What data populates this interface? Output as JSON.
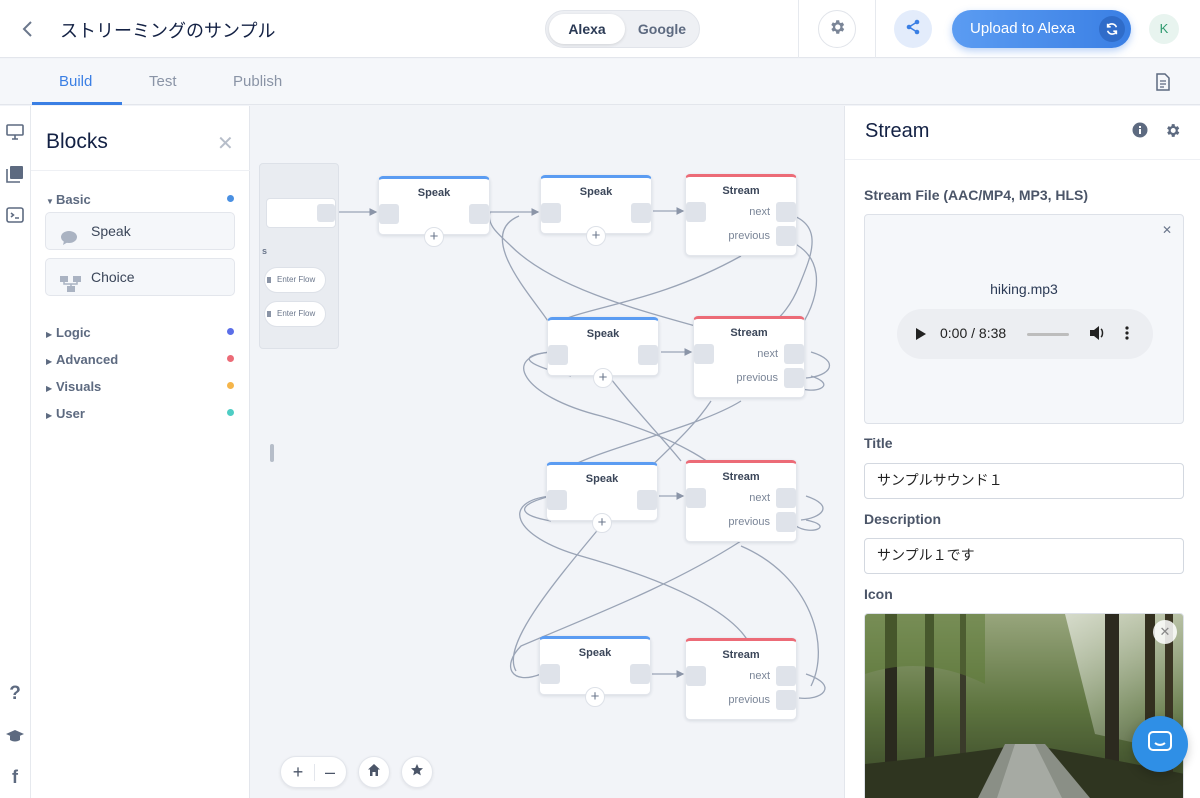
{
  "topbar": {
    "project_title": "ストリーミングのサンプル",
    "platforms": [
      "Alexa",
      "Google"
    ],
    "selected_platform": "Alexa",
    "upload_label": "Upload to Alexa",
    "avatar_initial": "K"
  },
  "tabs": {
    "items": [
      "Build",
      "Test",
      "Publish"
    ],
    "active": "Build"
  },
  "blocks_panel": {
    "title": "Blocks",
    "categories": [
      {
        "label": "Basic",
        "color": "#4a90e2",
        "expanded": true
      },
      {
        "label": "Logic",
        "color": "#5b6ee8",
        "expanded": false
      },
      {
        "label": "Advanced",
        "color": "#ec6b77",
        "expanded": false
      },
      {
        "label": "Visuals",
        "color": "#f5b54a",
        "expanded": false
      },
      {
        "label": "User",
        "color": "#4ecdc4",
        "expanded": false
      }
    ],
    "basic_items": [
      "Speak",
      "Choice"
    ]
  },
  "canvas": {
    "start": {
      "section_label": "s",
      "enter_flow": [
        "Enter Flow",
        "Enter Flow"
      ]
    },
    "speak_title": "Speak",
    "stream_title": "Stream",
    "port_next": "next",
    "port_previous": "previous",
    "controls": {
      "zoom_in": "+",
      "zoom_out": "–"
    }
  },
  "stream_panel": {
    "title": "Stream",
    "file_label": "Stream File (AAC/MP4, MP3, HLS)",
    "file_name": "hiking.mp3",
    "player_time": "0:00 / 8:38",
    "title_label": "Title",
    "title_value": "サンプルサウンド１",
    "description_label": "Description",
    "description_value": "サンプル１です",
    "icon_label": "Icon"
  },
  "colors": {
    "accent": "#3a7fe4",
    "speak": "#5b9cf2",
    "stream": "#ec6b77"
  }
}
